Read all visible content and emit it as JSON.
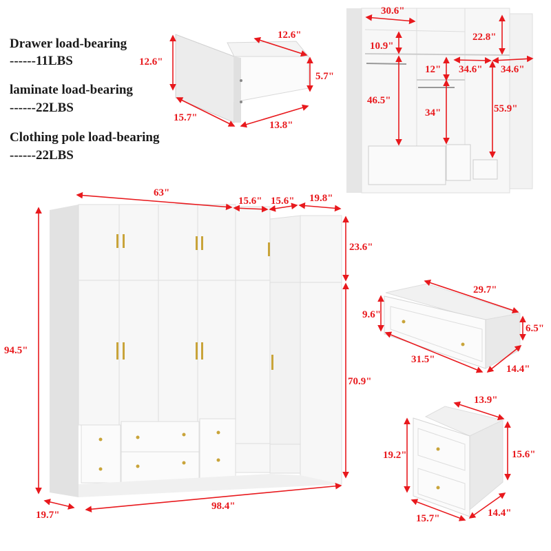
{
  "load_notes": [
    {
      "title": "Drawer load-bearing",
      "value": "------11LBS"
    },
    {
      "title": "laminate load-bearing",
      "value": "------22LBS"
    },
    {
      "title": "Clothing pole load-bearing",
      "value": "------22LBS"
    }
  ],
  "small_drawer": {
    "height": "12.6\"",
    "back_width": "12.6\"",
    "side_height": "5.7\"",
    "front_width": "15.7\"",
    "depth": "13.8\""
  },
  "interior_view": {
    "top_shelf_width": "30.6\"",
    "shelf_gap_left": "10.9\"",
    "top_corner_height": "22.8\"",
    "middle_shelf_gap": "12\"",
    "corner_width_left": "34.6\"",
    "corner_width_right": "34.6\"",
    "left_hanging_height": "46.5\"",
    "middle_hanging_height": "34\"",
    "corner_hanging_height": "55.9\""
  },
  "main_wardrobe": {
    "top_width": "63\"",
    "corner_segment_1": "15.6\"",
    "corner_segment_2": "15.6\"",
    "right_segment": "19.8\"",
    "top_cabinet_height": "23.6\"",
    "total_height": "94.5\"",
    "lower_height": "70.9\"",
    "depth": "19.7\"",
    "total_width": "98.4\""
  },
  "large_drawer": {
    "back_width": "29.7\"",
    "front_height": "9.6\"",
    "side_height": "6.5\"",
    "front_width": "31.5\"",
    "depth": "14.4\""
  },
  "double_drawer": {
    "back_width": "13.9\"",
    "front_height": "19.2\"",
    "side_height": "15.6\"",
    "front_width": "15.7\"",
    "depth": "14.4\""
  },
  "colors": {
    "dimension": "#e8191d",
    "text": "#1a1a1a",
    "cabinet": "#f6f6f6",
    "cabinet_shade": "#e4e4e4",
    "handle": "#c9a43a"
  }
}
